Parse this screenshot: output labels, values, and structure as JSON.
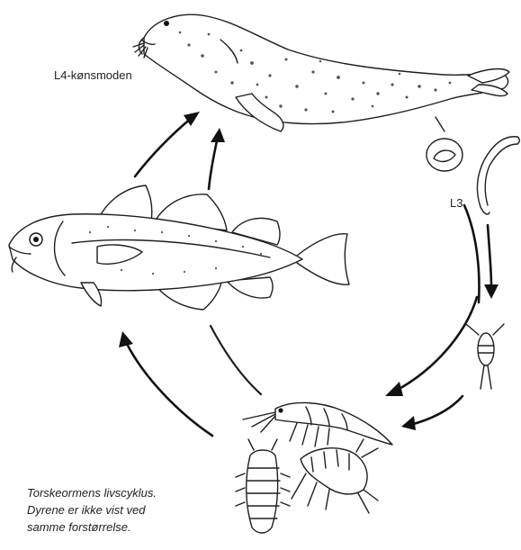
{
  "diagram": {
    "stage_labels": {
      "seal": "L4-kønsmoden",
      "larva": "L3"
    },
    "caption_lines": [
      "Torskeormens livscyklus.",
      "Dyrene er ikke vist ved",
      "samme forstørrelse."
    ],
    "colors": {
      "ink": "#1f1f1f",
      "background": "#ffffff"
    }
  }
}
